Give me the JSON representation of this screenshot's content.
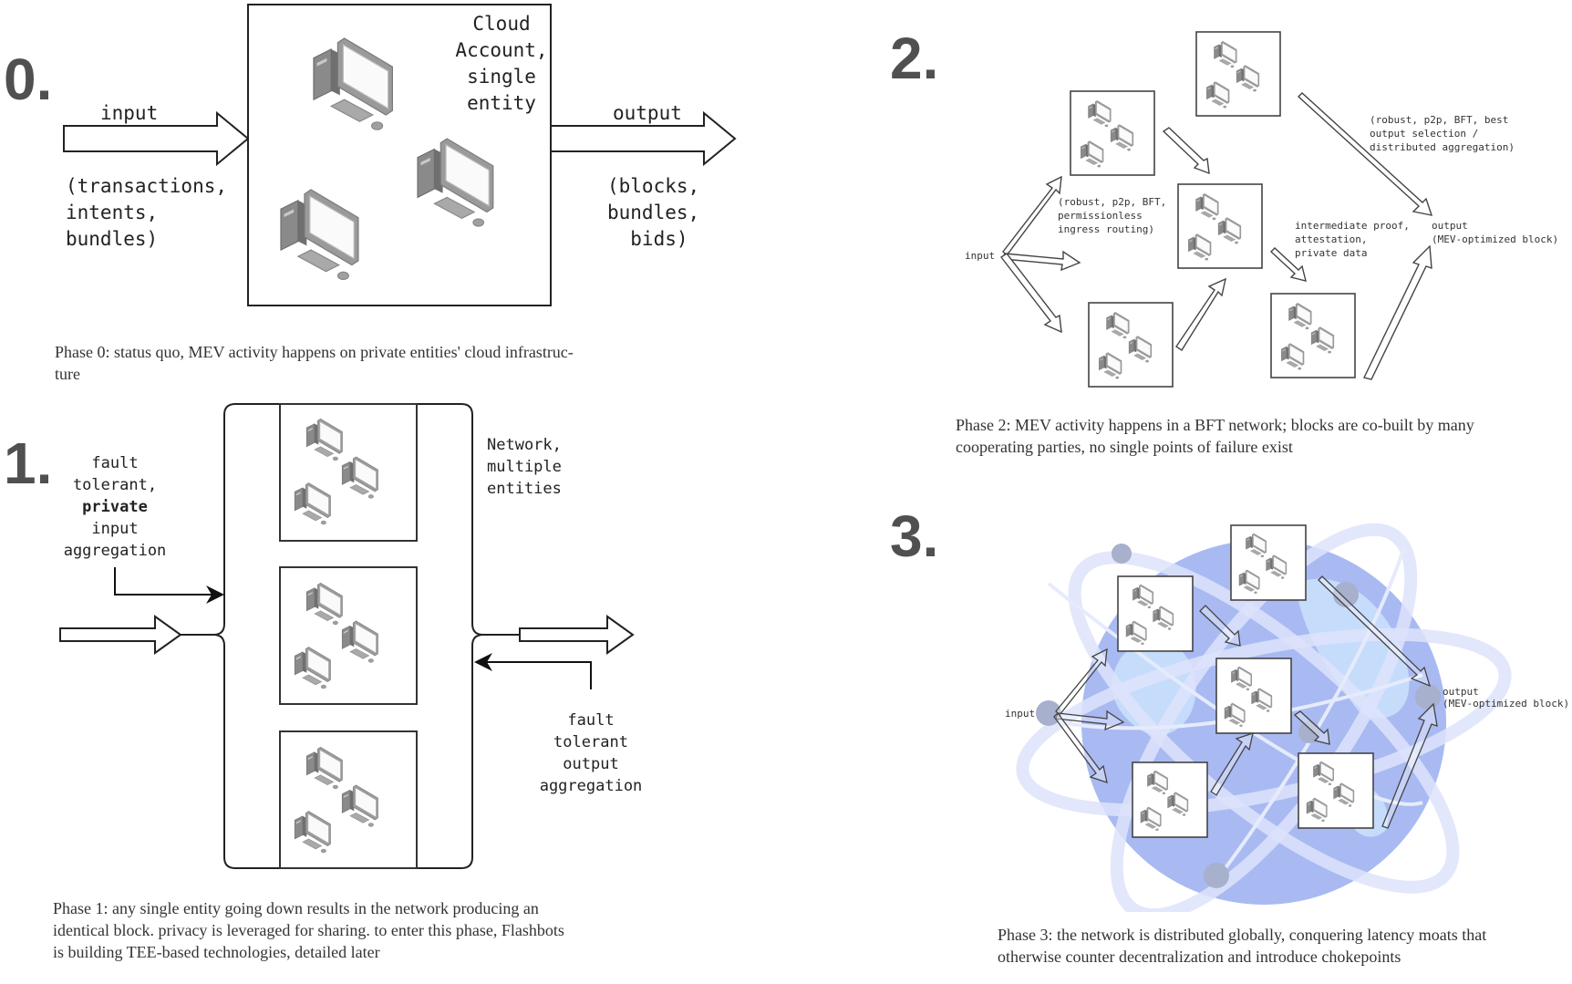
{
  "phases": [
    {
      "number": "0.",
      "input_label": "input",
      "input_detail": "(transactions,\nintents,\nbundles)",
      "box_label": "Cloud\nAccount,\nsingle\nentity",
      "output_label": "output",
      "output_detail": "(blocks,\nbundles,\n  bids)",
      "caption": "Phase 0: status quo, MEV activity happens on private entities' cloud infrastruc-\nture"
    },
    {
      "number": "1.",
      "input_note_pre": "fault\ntolerant,",
      "input_note_bold": "private",
      "input_note_post": "input\naggregation",
      "network_label": "Network,\nmultiple\nentities",
      "output_note": "fault\ntolerant\noutput\naggregation",
      "caption": "Phase 1: any single entity going down results in the network producing an\nidentical block. privacy is leveraged for sharing. to enter this phase, Flashbots\nis building TEE-based technologies, detailed later"
    },
    {
      "number": "2.",
      "input_label": "input",
      "ingress_note": "(robust, p2p, BFT,\npermissionless\ningress routing)",
      "intermediate_note": "intermediate proof,\nattestation,\nprivate data",
      "output_selection_note": "(robust, p2p, BFT, best\noutput selection /\ndistributed aggregation)",
      "output_label": "output\n(MEV-optimized block)",
      "caption": "Phase 2: MEV activity happens in a BFT network; blocks are co-built by many\ncooperating parties, no single points of failure exist"
    },
    {
      "number": "3.",
      "input_label": "input",
      "output_label": "output\n(MEV-optimized block)",
      "caption": "Phase 3: the network is distributed globally, conquering latency moats that\notherwise counter decentralization and introduce chokepoints"
    }
  ],
  "icons": {
    "computer": "desktop-computer-icon",
    "arrow": "hollow-arrow",
    "globe": "globe-icon"
  },
  "colors": {
    "phase_number": "#505050",
    "globe_fill": "#a9b9f2",
    "globe_land": "#c6dcfb",
    "orbit": "#dde3fb",
    "node": "#a7b0cc"
  }
}
